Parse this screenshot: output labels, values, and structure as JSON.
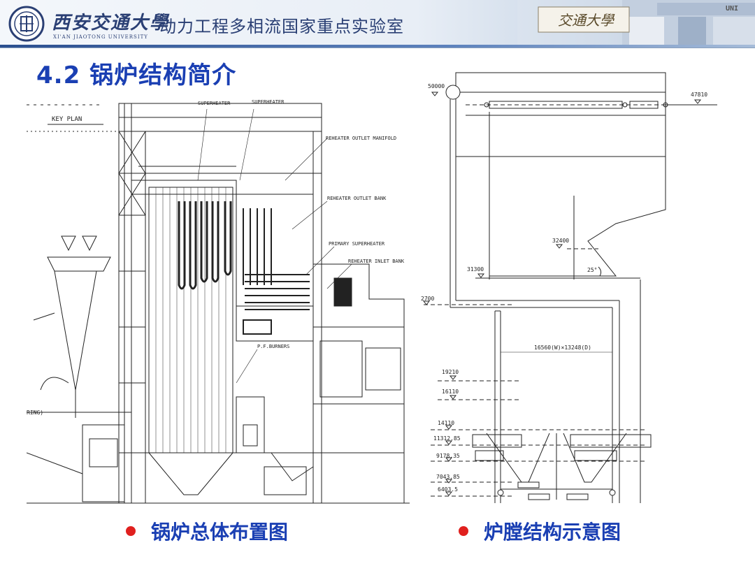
{
  "header": {
    "university_cn": "西安交通大學",
    "university_en": "XI'AN JIAOTONG UNIVERSITY",
    "lab_name": "动力工程多相流国家重点实验室",
    "campus_sign": "交通大學",
    "campus_building_text": "UNI"
  },
  "slide": {
    "title": "4.2  锅炉结构简介"
  },
  "left_figure": {
    "labels": {
      "key_plan": "KEY PLAN",
      "superheater_1": "SUPERHEATER",
      "superheater_2": "SUPERHEATER",
      "reheater_outlet_manifold": "REHEATER OUTLET MANIFOLD",
      "reheater_outlet_bank": "REHEATER OUTLET BANK",
      "primary_superheater": "PRIMARY SUPERHEATER",
      "reheater_inlet_bank": "REHEATER INLET BANK",
      "pf_burners": "P.F.BURNERS",
      "left_edge": "RING)"
    },
    "caption": "锅炉总体布置图"
  },
  "right_figure": {
    "elevations": [
      "50000",
      "47810",
      "32400",
      "31300",
      "2700",
      "19210",
      "16110",
      "14110",
      "11312.85",
      "9178.35",
      "7043.85",
      "6403.5"
    ],
    "angle_label": "25°",
    "dimension_label": "16560(W)×13248(D)",
    "caption": "炉膛结构示意图"
  },
  "colors": {
    "title": "#1a3fb3",
    "bullet": "#e0201e",
    "header_text": "#2a3f74"
  }
}
